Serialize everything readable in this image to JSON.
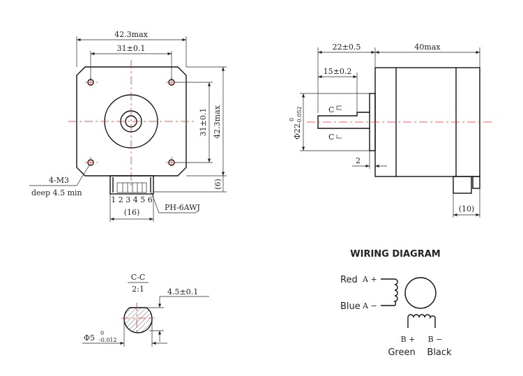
{
  "front_view": {
    "width_max": "42.3max",
    "hole_spacing_h": "31±0.1",
    "hole_spacing_v": "31±0.1",
    "height_max": "42.3max",
    "connector_offset": "(6)",
    "holes_label": "4-M3",
    "holes_depth": "deep 4.5 min",
    "pin_numbers": "1 2 3 4 5 6",
    "connector_width": "(16)",
    "connector_type": "PH-6AWJ"
  },
  "side_view": {
    "shaft_length": "22±0.5",
    "body_length": "40max",
    "flat_length": "15±0.2",
    "flange_dia": "Φ22",
    "flange_tol_upper": "0",
    "flange_tol_lower": "-0.052",
    "flange_thickness": "2",
    "connector_depth": "(10)",
    "section_mark": "C"
  },
  "section": {
    "title": "C-C",
    "scale": "2:1",
    "flat_dim": "4.5±0.1",
    "shaft_dia": "Φ5",
    "shaft_tol_upper": "0",
    "shaft_tol_lower": "-0.012"
  },
  "wiring": {
    "title": "WIRING DIAGRAM",
    "a_plus": "A +",
    "a_minus": "A −",
    "b_plus": "B +",
    "b_minus": "B −",
    "red": "Red",
    "blue": "Blue",
    "green": "Green",
    "black": "Black"
  }
}
